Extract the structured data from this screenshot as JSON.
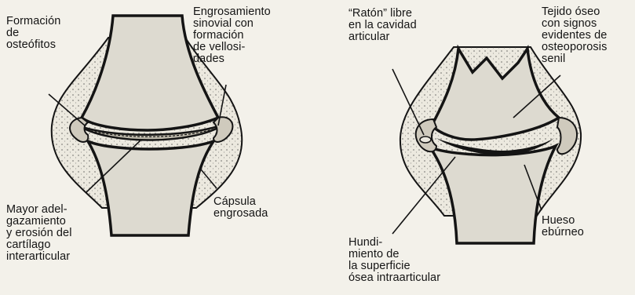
{
  "left_joint": {
    "labels": {
      "osteophytes": "Formación\nde\nosteófitos",
      "synovial": "Engrosamiento\nsinovial con\nformación\nde vellosi-\ndades",
      "cartilage": "Mayor adel-\ngazamiento\ny erosión del\ncartílago\ninterarticular",
      "capsule": "Cápsula\nengrosada"
    }
  },
  "right_joint": {
    "labels": {
      "loose_body": "“Ratón” libre\nen la cavidad\narticular",
      "bone_tissue": "Tejido óseo\ncon signos\nevidentes de\nosteoporosis\nsenil",
      "eburnean": "Hueso\nebúrneo",
      "sinking": "Hundi-\nmiento de\nla superficie\nósea intraarticular"
    }
  },
  "colors": {
    "ink": "#141414",
    "bone": "#dddad0",
    "paper": "#f3f1ea"
  }
}
